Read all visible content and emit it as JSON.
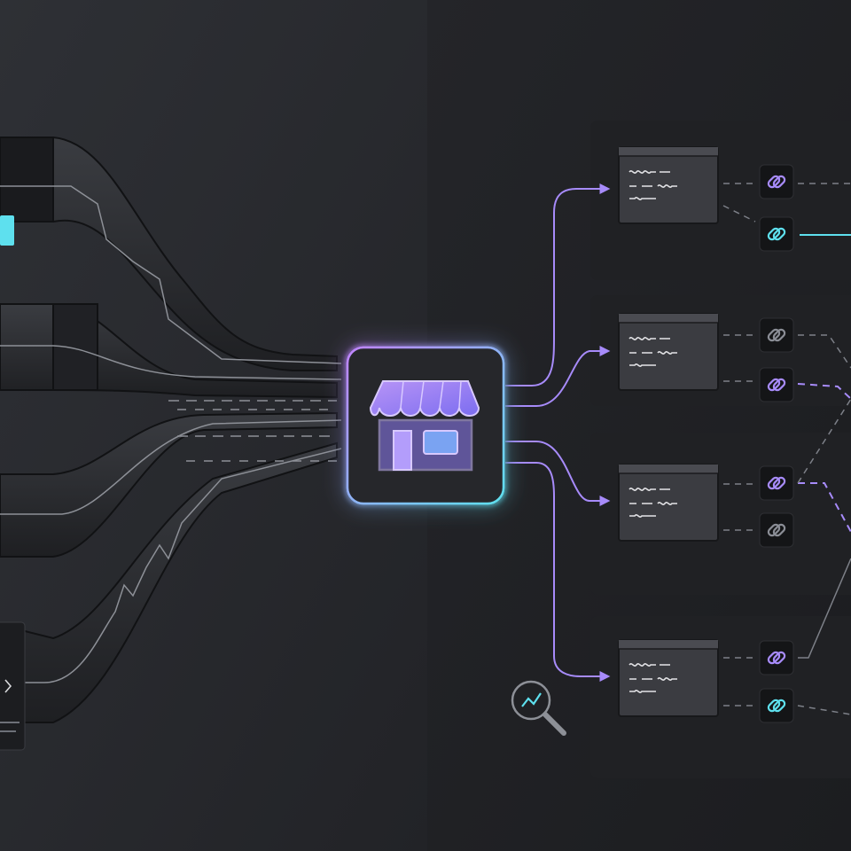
{
  "colors": {
    "background_left": "#2b2d31",
    "background_right": "#1f2023",
    "panel": "#232427",
    "card": "#3a3b40",
    "violet": "#a78bfa",
    "cyan": "#5ee0ee",
    "gray_link": "#8a8d95",
    "line": "#9a9ca3"
  },
  "hub": {
    "icon": "storefront-icon"
  },
  "inputs": {
    "stream_count": 4
  },
  "outputs": [
    {
      "card_icon": "document-card-icon",
      "links": [
        {
          "icon": "link-icon",
          "color": "violet",
          "connector": "dashed-gray"
        },
        {
          "icon": "link-icon",
          "color": "cyan",
          "connector": "solid-cyan"
        }
      ]
    },
    {
      "card_icon": "document-card-icon",
      "links": [
        {
          "icon": "link-icon",
          "color": "gray",
          "connector": "dashed-gray"
        },
        {
          "icon": "link-icon",
          "color": "violet",
          "connector": "dashed-violet"
        }
      ]
    },
    {
      "card_icon": "document-card-icon",
      "links": [
        {
          "icon": "link-icon",
          "color": "violet",
          "connector": "dashed-violet"
        },
        {
          "icon": "link-icon",
          "color": "gray",
          "connector": "dashed-gray"
        }
      ]
    },
    {
      "card_icon": "document-card-icon",
      "links": [
        {
          "icon": "link-icon",
          "color": "violet",
          "connector": "solid-gray"
        },
        {
          "icon": "link-icon",
          "color": "cyan",
          "connector": "dashed-gray"
        }
      ]
    }
  ],
  "analytics": {
    "icon": "analytics-search-icon"
  }
}
